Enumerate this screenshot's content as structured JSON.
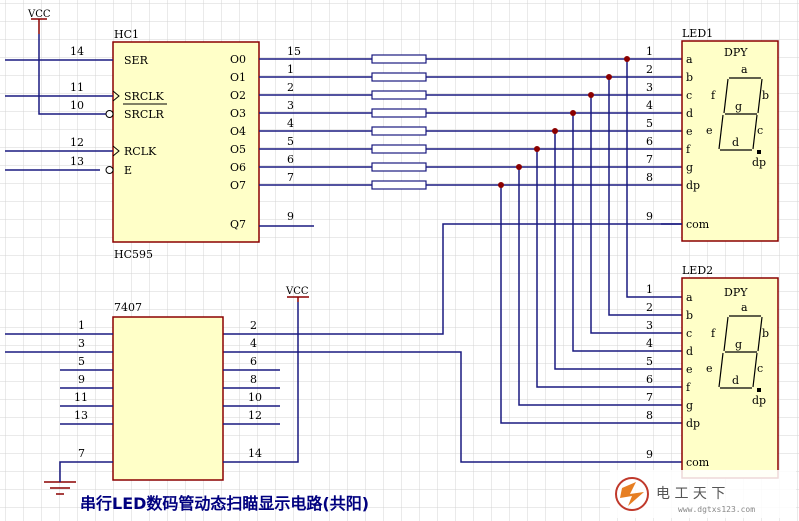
{
  "colors": {
    "grid": "#d4d4d4",
    "chip": "#ffffc8",
    "chip_border": "#8b0000",
    "wire": "#1a1a80",
    "node": "#8b0000",
    "supply": "#8b0000",
    "title": "#00007f"
  },
  "vcc1": {
    "label": "VCC"
  },
  "vcc2": {
    "label": "VCC"
  },
  "hc1": {
    "name": "HC1",
    "part": "HC595",
    "left_pin_names": [
      "SER",
      "SRCLK",
      "SRCLR",
      "RCLK",
      "E"
    ],
    "left_pin_numbers": [
      "14",
      "11",
      "10",
      "12",
      "13"
    ],
    "right_pin_names": [
      "O0",
      "O1",
      "O2",
      "O3",
      "O4",
      "O5",
      "O6",
      "O7",
      "Q7"
    ],
    "right_pin_numbers": [
      "15",
      "1",
      "2",
      "3",
      "4",
      "5",
      "6",
      "7",
      "9"
    ]
  },
  "ic7407": {
    "name": "7407",
    "left_pin_numbers": [
      "1",
      "3",
      "5",
      "9",
      "11",
      "13",
      "7"
    ],
    "right_pin_numbers": [
      "2",
      "4",
      "6",
      "8",
      "10",
      "12",
      "14"
    ]
  },
  "led1": {
    "name": "LED1",
    "dpy": "DPY",
    "pin_numbers": [
      "1",
      "2",
      "3",
      "4",
      "5",
      "6",
      "7",
      "8",
      "9"
    ],
    "pin_names": [
      "a",
      "b",
      "c",
      "d",
      "e",
      "f",
      "g",
      "dp",
      "com"
    ],
    "seg_labels": {
      "a": "a",
      "b": "b",
      "c": "c",
      "d": "d",
      "e": "e",
      "f": "f",
      "g": "g",
      "dp": "dp"
    }
  },
  "led2": {
    "name": "LED2",
    "dpy": "DPY",
    "pin_numbers": [
      "1",
      "2",
      "3",
      "4",
      "5",
      "6",
      "7",
      "8",
      "9"
    ],
    "pin_names": [
      "a",
      "b",
      "c",
      "d",
      "e",
      "f",
      "g",
      "dp",
      "com"
    ],
    "seg_labels": {
      "a": "a",
      "b": "b",
      "c": "c",
      "d": "d",
      "e": "e",
      "f": "f",
      "g": "g",
      "dp": "dp"
    }
  },
  "title": "串行LED数码管动态扫瞄显示电路(共阳)",
  "watermark": {
    "text": "电 工 天 下",
    "url": "www.dgtxs123.com"
  }
}
